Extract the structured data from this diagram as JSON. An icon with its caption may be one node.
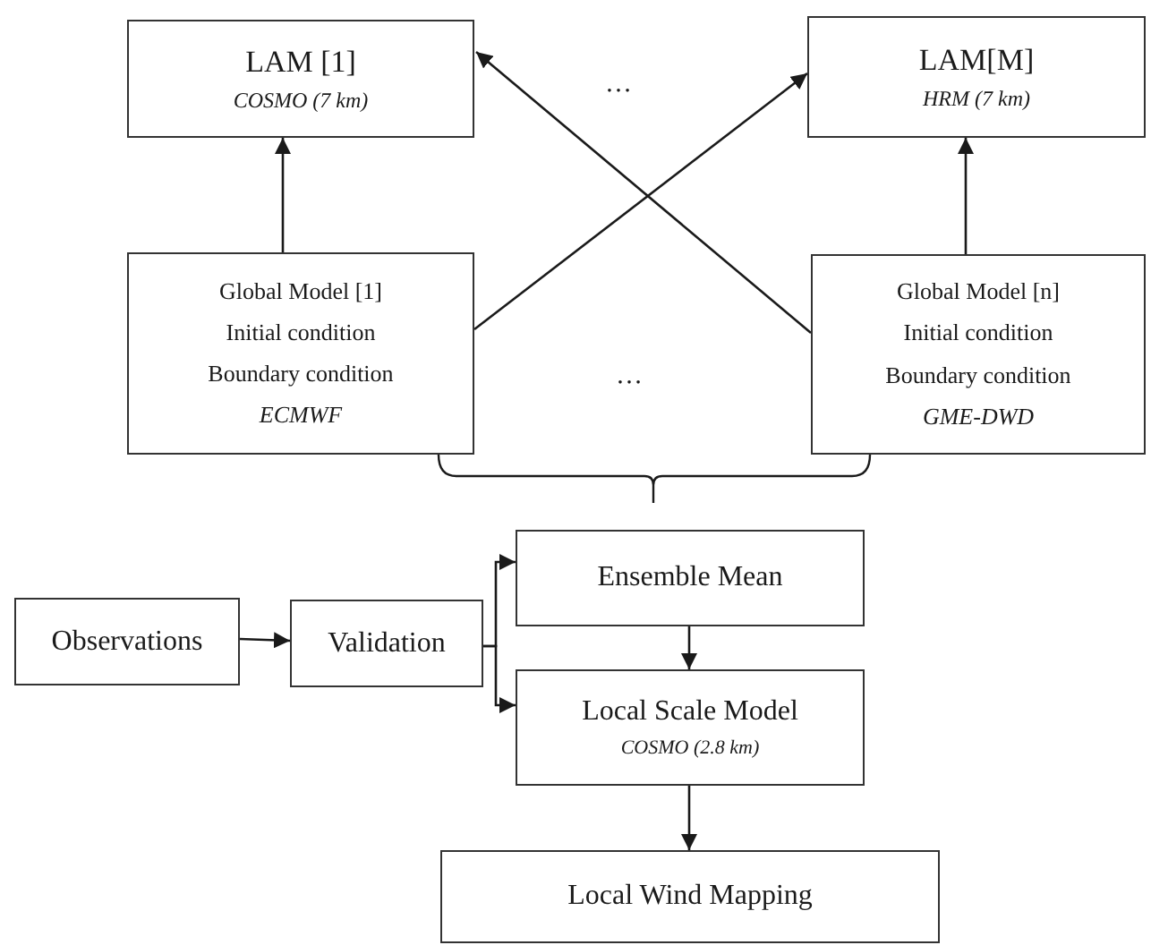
{
  "diagram": {
    "nodes": [
      {
        "text": [
          "LAM [1]",
          "COSMO (7 km)"
        ]
      },
      {
        "text": [
          "LAM[M]",
          "HRM (7 km)"
        ]
      },
      {
        "text": [
          "Global Model [1]",
          "Initial condition",
          "Boundary condition",
          "ECMWF"
        ]
      },
      {
        "text": [
          "Global Model [n]",
          "Initial condition",
          "Boundary condition",
          "GME-DWD"
        ]
      },
      {
        "text": [
          "Ensemble Mean"
        ]
      },
      {
        "text": [
          "Observations"
        ]
      },
      {
        "text": [
          "Validation"
        ]
      },
      {
        "text": [
          "Local Scale Model",
          "COSMO (2.8 km)"
        ]
      },
      {
        "text": [
          "Local Wind Mapping"
        ]
      }
    ],
    "edges": [
      {
        "from": 2,
        "to": 0,
        "arrow": "to"
      },
      {
        "from": 3,
        "to": 1,
        "arrow": "to"
      },
      {
        "from": 2,
        "to": 1,
        "arrow": "to"
      },
      {
        "from": 3,
        "to": 0,
        "arrow": "to"
      },
      {
        "from": 5,
        "to": 6,
        "arrow": "to"
      },
      {
        "from": 6,
        "to": 4,
        "arrow": "to"
      },
      {
        "from": 6,
        "to": 7,
        "arrow": "to"
      },
      {
        "from": 4,
        "to": 7,
        "arrow": "to"
      },
      {
        "from": 7,
        "to": 8,
        "arrow": "to"
      }
    ],
    "labels": [
      "…",
      "…"
    ]
  }
}
